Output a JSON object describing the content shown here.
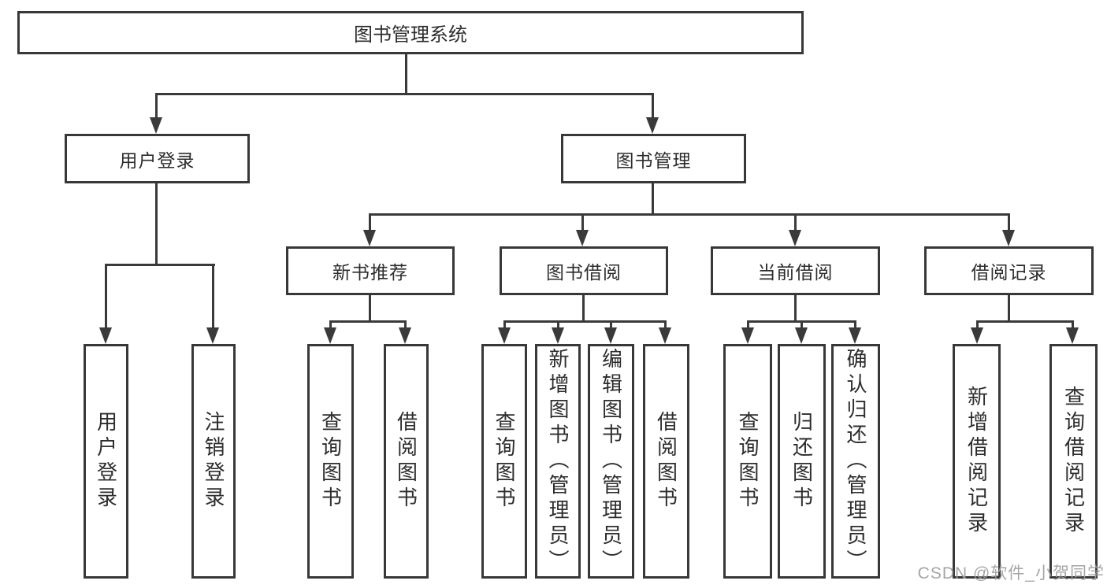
{
  "diagram": {
    "root": {
      "label": "图书管理系统"
    },
    "level1": {
      "user_login": {
        "label": "用户登录"
      },
      "book_management": {
        "label": "图书管理"
      }
    },
    "level2": {
      "new_book_recommend": {
        "label": "新书推荐"
      },
      "book_borrow": {
        "label": "图书借阅"
      },
      "current_borrow": {
        "label": "当前借阅"
      },
      "borrow_records": {
        "label": "借阅记录"
      }
    },
    "leaves": {
      "user_login_leaf": {
        "label": "用户登录"
      },
      "logout": {
        "label": "注销登录"
      },
      "nb_query_books": {
        "label": "查询图书"
      },
      "nb_borrow_books": {
        "label": "借阅图书"
      },
      "bb_query_books": {
        "label": "查询图书"
      },
      "bb_add_books": {
        "label": "新增图书（管理员）"
      },
      "bb_edit_books": {
        "label": "编辑图书（管理员）"
      },
      "bb_borrow_books": {
        "label": "借阅图书"
      },
      "cb_query_books": {
        "label": "查询图书"
      },
      "cb_return_books": {
        "label": "归还图书"
      },
      "cb_confirm_return": {
        "label": "确认归还（管理员）"
      },
      "br_add_record": {
        "label": "新增借阅记录"
      },
      "br_query_record": {
        "label": "查询借阅记录"
      }
    },
    "colors": {
      "line": "#3a3a3a",
      "text": "#2d2d2d",
      "background": "#ffffff",
      "watermark": "#9e9e9e"
    }
  },
  "watermark": {
    "text": "CSDN @软件_小贺同学"
  }
}
